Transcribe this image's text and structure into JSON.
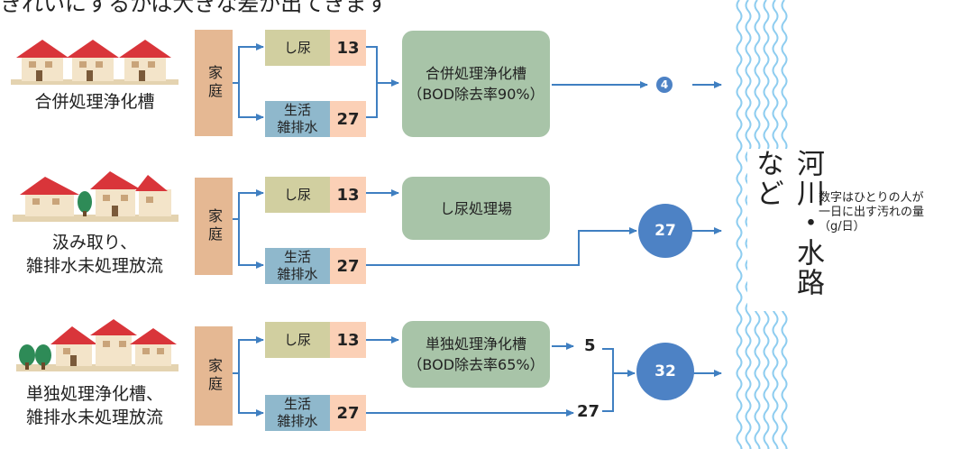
{
  "header": {
    "partial_text": "きれいにするかは大きな差が出てきます"
  },
  "home_label": "家庭",
  "river_label": "河川・水路など",
  "note": {
    "line1": "数字はひとりの人が",
    "line2": "一日に出す汚れの量",
    "line3": "（g/日）"
  },
  "rows": [
    {
      "caption": "合併処理浄化槽",
      "night_soil": {
        "label": "し尿",
        "value": "13"
      },
      "gray_water": {
        "label_line1": "生活",
        "label_line2": "雑排水",
        "value": "27"
      },
      "facility": {
        "line1": "合併処理浄化槽",
        "line2": "（BOD除去率90%）"
      },
      "output": "4"
    },
    {
      "caption_line1": "汲み取り、",
      "caption_line2": "雑排水未処理放流",
      "night_soil": {
        "label": "し尿",
        "value": "13"
      },
      "gray_water": {
        "label_line1": "生活",
        "label_line2": "雑排水",
        "value": "27"
      },
      "facility": {
        "line1": "し尿処理場"
      },
      "output": "27"
    },
    {
      "caption_line1": "単独処理浄化槽、",
      "caption_line2": "雑排水未処理放流",
      "night_soil": {
        "label": "し尿",
        "value": "13"
      },
      "gray_water": {
        "label_line1": "生活",
        "label_line2": "雑排水",
        "value": "27"
      },
      "facility": {
        "line1": "単独処理浄化槽",
        "line2": "（BOD除去率65%）"
      },
      "facility_output": "5",
      "gray_output": "27",
      "output": "32"
    }
  ],
  "colors": {
    "arrow": "#3f7fc1",
    "home": "#e5b893",
    "night_soil": "#d1cfa0",
    "gray_water": "#8fb8cc",
    "value_box": "#fbd0b6",
    "facility": "#a8c4a8",
    "circle": "#4d82c5",
    "river_wave": "#8ecdf0",
    "roof": "#d9353a",
    "wall": "#f3e4c9",
    "tree": "#2e8b57"
  }
}
